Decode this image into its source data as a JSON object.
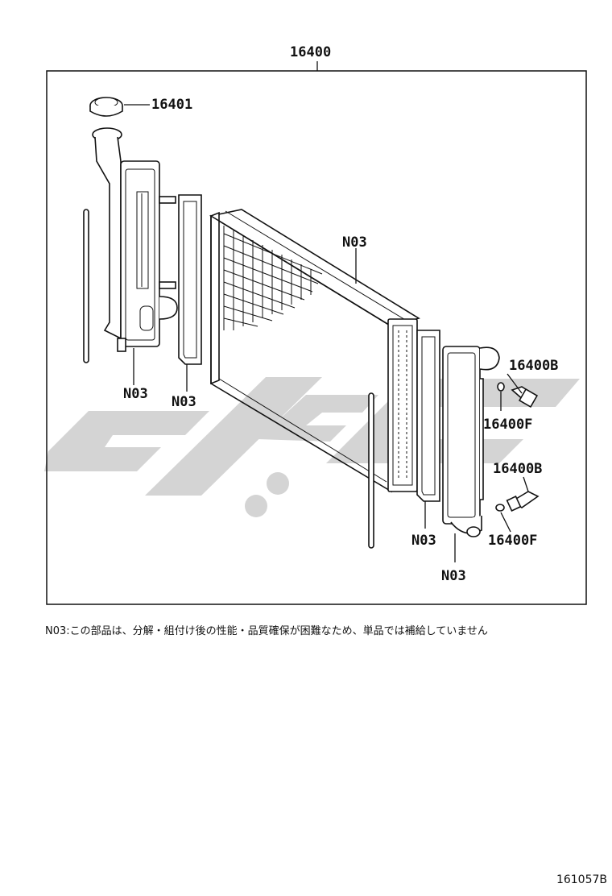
{
  "labels": {
    "assembly": "16400",
    "cap": "16401",
    "n03_frame_mid": "N03",
    "n03_left_tank": "N03",
    "n03_left_gasket": "N03",
    "drain_plug_upper": "16400B",
    "oring_upper": "16400F",
    "drain_plug_lower": "16400B",
    "oring_lower": "16400F",
    "n03_right_gasket": "N03",
    "n03_right_tank": "N03"
  },
  "note": "N03:この部品は、分解・組付け後の性能・品質確保が困難なため、単品では補給していません",
  "figure_id": "161057B",
  "colors": {
    "line": "#111111",
    "watermark": "#d4d4d4"
  }
}
